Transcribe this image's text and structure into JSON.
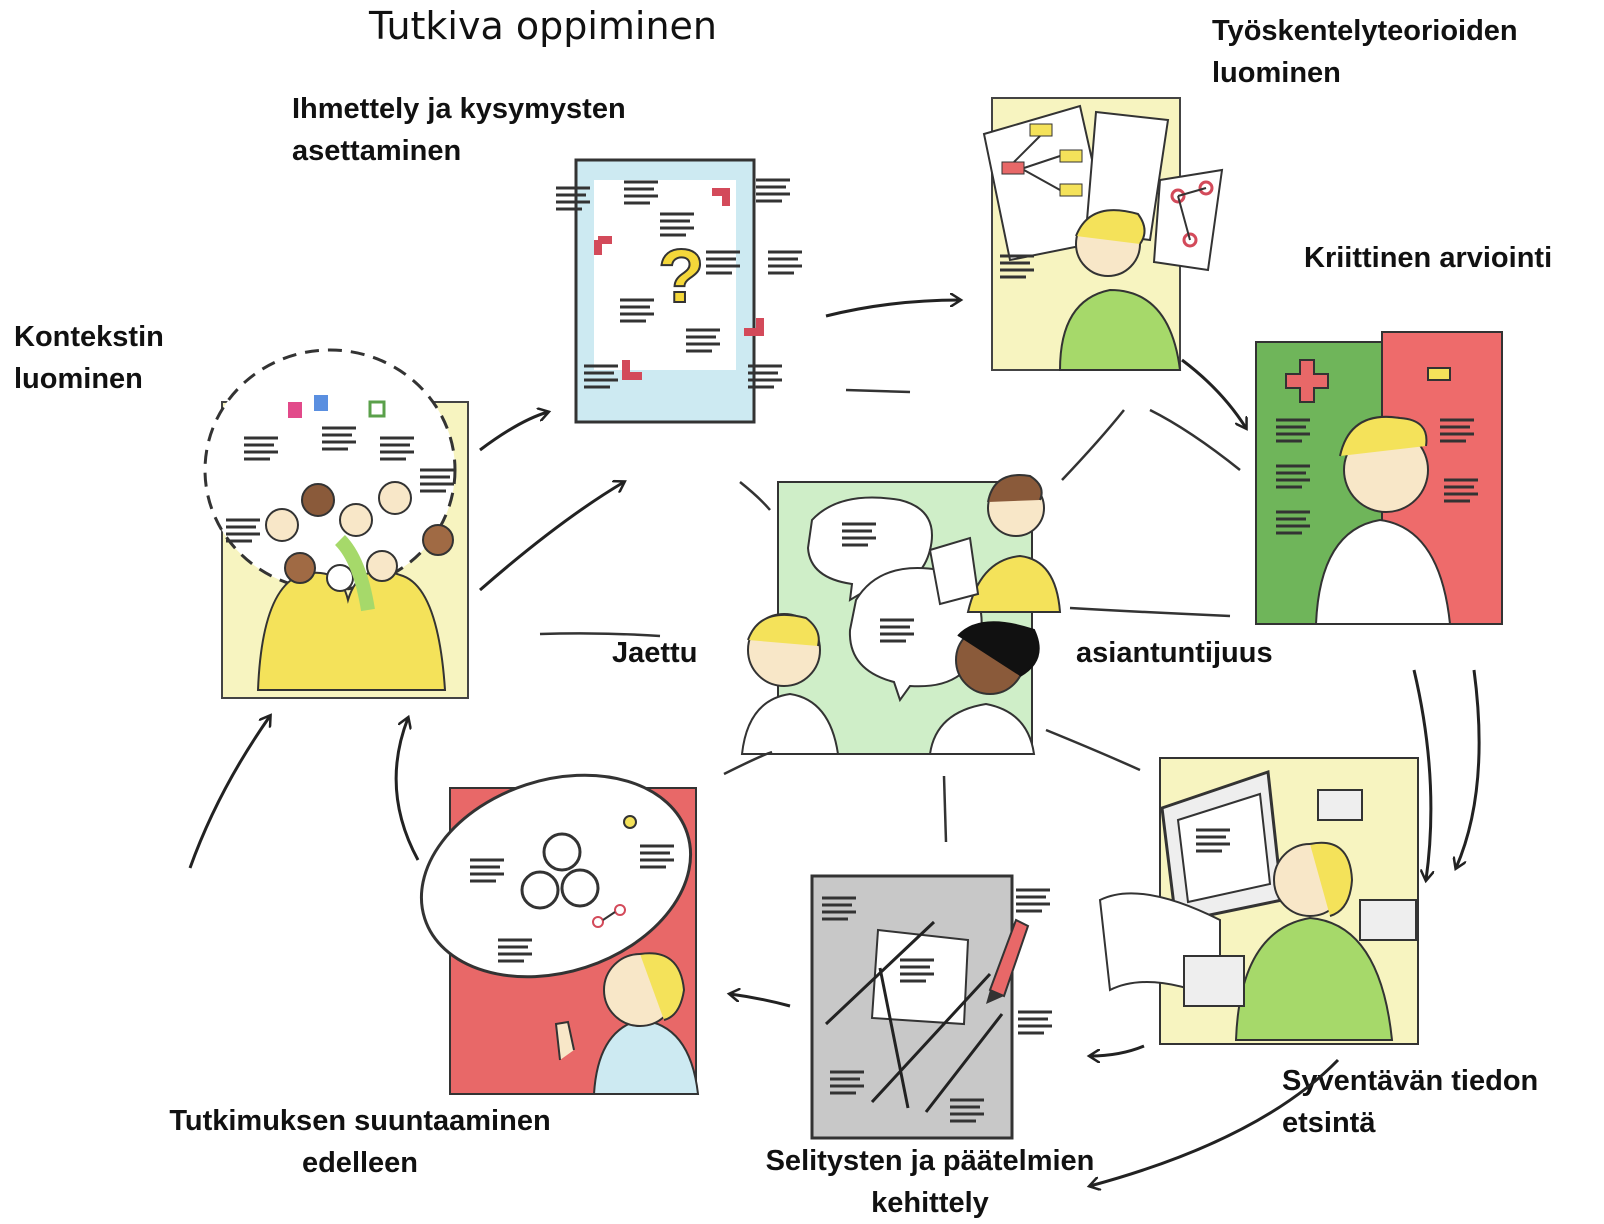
{
  "title": "Tutkiva oppiminen",
  "stages": {
    "questions": {
      "line1": "Ihmettely ja kysymysten",
      "line2": "asettaminen"
    },
    "theories": {
      "line1": "Työskentelyteorioiden",
      "line2": "luominen"
    },
    "critical": {
      "line1": "Kriittinen arviointi"
    },
    "context": {
      "line1": "Kontekstin",
      "line2": "luominen"
    },
    "shared_left": {
      "line1": "Jaettu"
    },
    "shared_right": {
      "line1": "asiantuntijuus"
    },
    "search": {
      "line1": "Syventävän tiedon",
      "line2": "etsintä"
    },
    "direction": {
      "line1": "Tutkimuksen suuntaaminen",
      "line2": "edelleen"
    },
    "explanations": {
      "line1": "Selitysten ja päätelmien",
      "line2": "kehittely"
    }
  },
  "panel_icons": [
    "question-mark-icon",
    "plus-icon",
    "minus-icon",
    "speech-bubble-icon",
    "pencil-icon"
  ],
  "colors": {
    "context_panel": "#f7f4c0",
    "questions_panel": "#cdeaf2",
    "theories_panel": "#f7f4c0",
    "critical_plus": "#6fb55a",
    "critical_minus": "#ee6b6b",
    "shared_panel": "#cfeec8",
    "search_panel": "#f7f4c0",
    "direction_panel": "#e86868",
    "explanations_panel": "#c8c8c8",
    "person_yellow": "#f4e25a",
    "person_green": "#a6d96a"
  }
}
